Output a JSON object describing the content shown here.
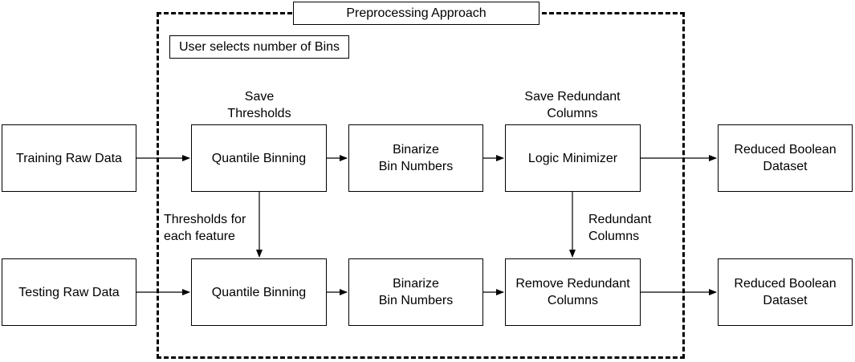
{
  "approach": {
    "title": "Preprocessing Approach",
    "bins_note": "User selects number of Bins"
  },
  "inputs": {
    "training": "Training Raw Data",
    "testing": "Testing Raw Data"
  },
  "training_row": {
    "binning": "Quantile Binning",
    "binarize": "Binarize\nBin Numbers",
    "minimizer": "Logic Minimizer",
    "output": "Reduced Boolean\nDataset"
  },
  "testing_row": {
    "binning": "Quantile Binning",
    "binarize": "Binarize\nBin Numbers",
    "remove": "Remove Redundant\nColumns",
    "output": "Reduced Boolean\nDataset"
  },
  "annotations": {
    "save_thresholds": "Save\nThresholds",
    "save_redundant": "Save Redundant\nColumns",
    "thresholds_each": "Thresholds for\neach feature",
    "redundant_columns": "Redundant\nColumns"
  }
}
